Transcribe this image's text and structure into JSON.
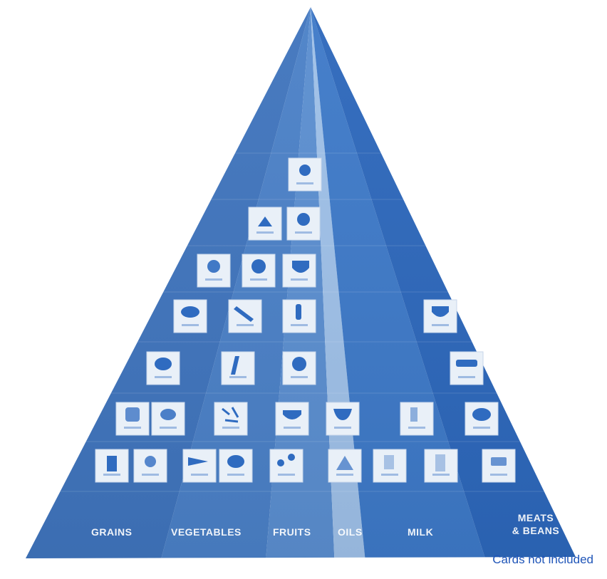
{
  "poster": {
    "colors": {
      "grains": "#3f74bd",
      "vegetables": "#4a80c7",
      "fruits": "#5a8ed0",
      "oils": "#9ec0e8",
      "milk": "#3d79c8",
      "meats_beans": "#2c67bb",
      "card": "#e9f0f8",
      "caption": "#1f55b8"
    },
    "categories": [
      {
        "id": "grains",
        "label": "GRAINS"
      },
      {
        "id": "vegetables",
        "label": "VEGETABLES"
      },
      {
        "id": "fruits",
        "label": "FRUITS"
      },
      {
        "id": "oils",
        "label": "OILS"
      },
      {
        "id": "milk",
        "label": "MILK"
      },
      {
        "id": "meats_beans",
        "label": "MEATS\n& BEANS"
      }
    ],
    "cards_icon": "food-card-icon",
    "caption": "Cards not included"
  }
}
